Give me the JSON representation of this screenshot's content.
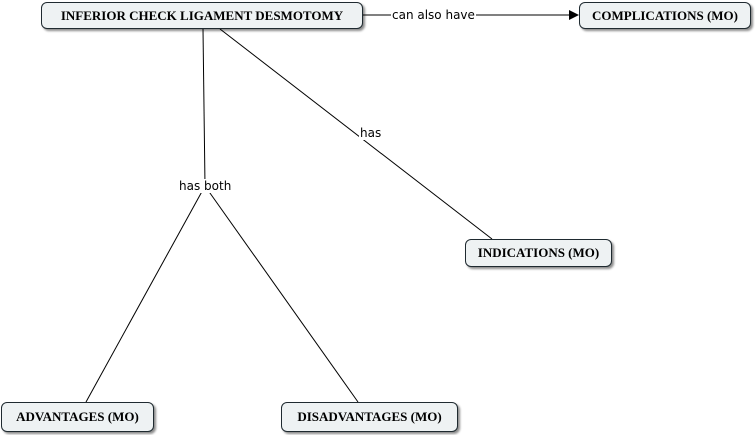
{
  "nodes": {
    "inferior_check": "INFERIOR CHECK LIGAMENT DESMOTOMY",
    "complications": "COMPLICATIONS (MO)",
    "indications": "INDICATIONS (MO)",
    "advantages": "ADVANTAGES (MO)",
    "disadvantages": "DISADVANTAGES (MO)"
  },
  "links": {
    "can_also_have": "can also have",
    "has": "has",
    "has_both": "has both"
  },
  "colors": {
    "node_fill": "#eef2f3",
    "node_border": "#1f2a30",
    "line": "#000000"
  }
}
